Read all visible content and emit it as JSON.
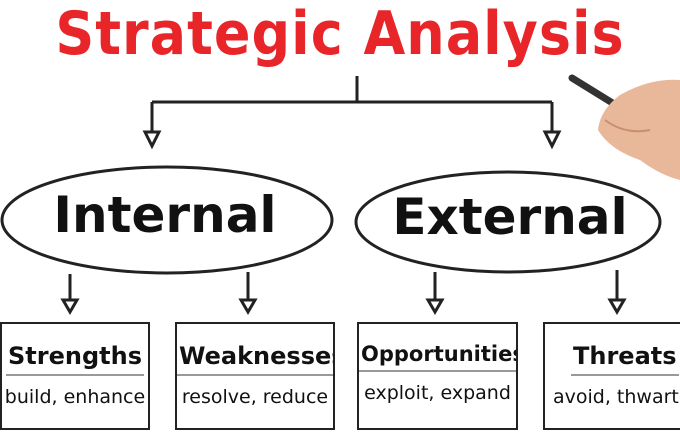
{
  "title": "Strategic Analysis",
  "colors": {
    "title": "#e8262a",
    "ink": "#111111"
  },
  "ovals": [
    {
      "label": "Internal"
    },
    {
      "label": "External"
    }
  ],
  "boxes": [
    {
      "heading": "Strengths",
      "sub": "build, enhance"
    },
    {
      "heading": "Weaknesses",
      "sub": "resolve, reduce"
    },
    {
      "heading": "Opportunities",
      "sub": "exploit, expand"
    },
    {
      "heading": "Threats",
      "sub": "avoid, thwart"
    }
  ],
  "decor": {
    "hand": "hand-holding-pen"
  }
}
